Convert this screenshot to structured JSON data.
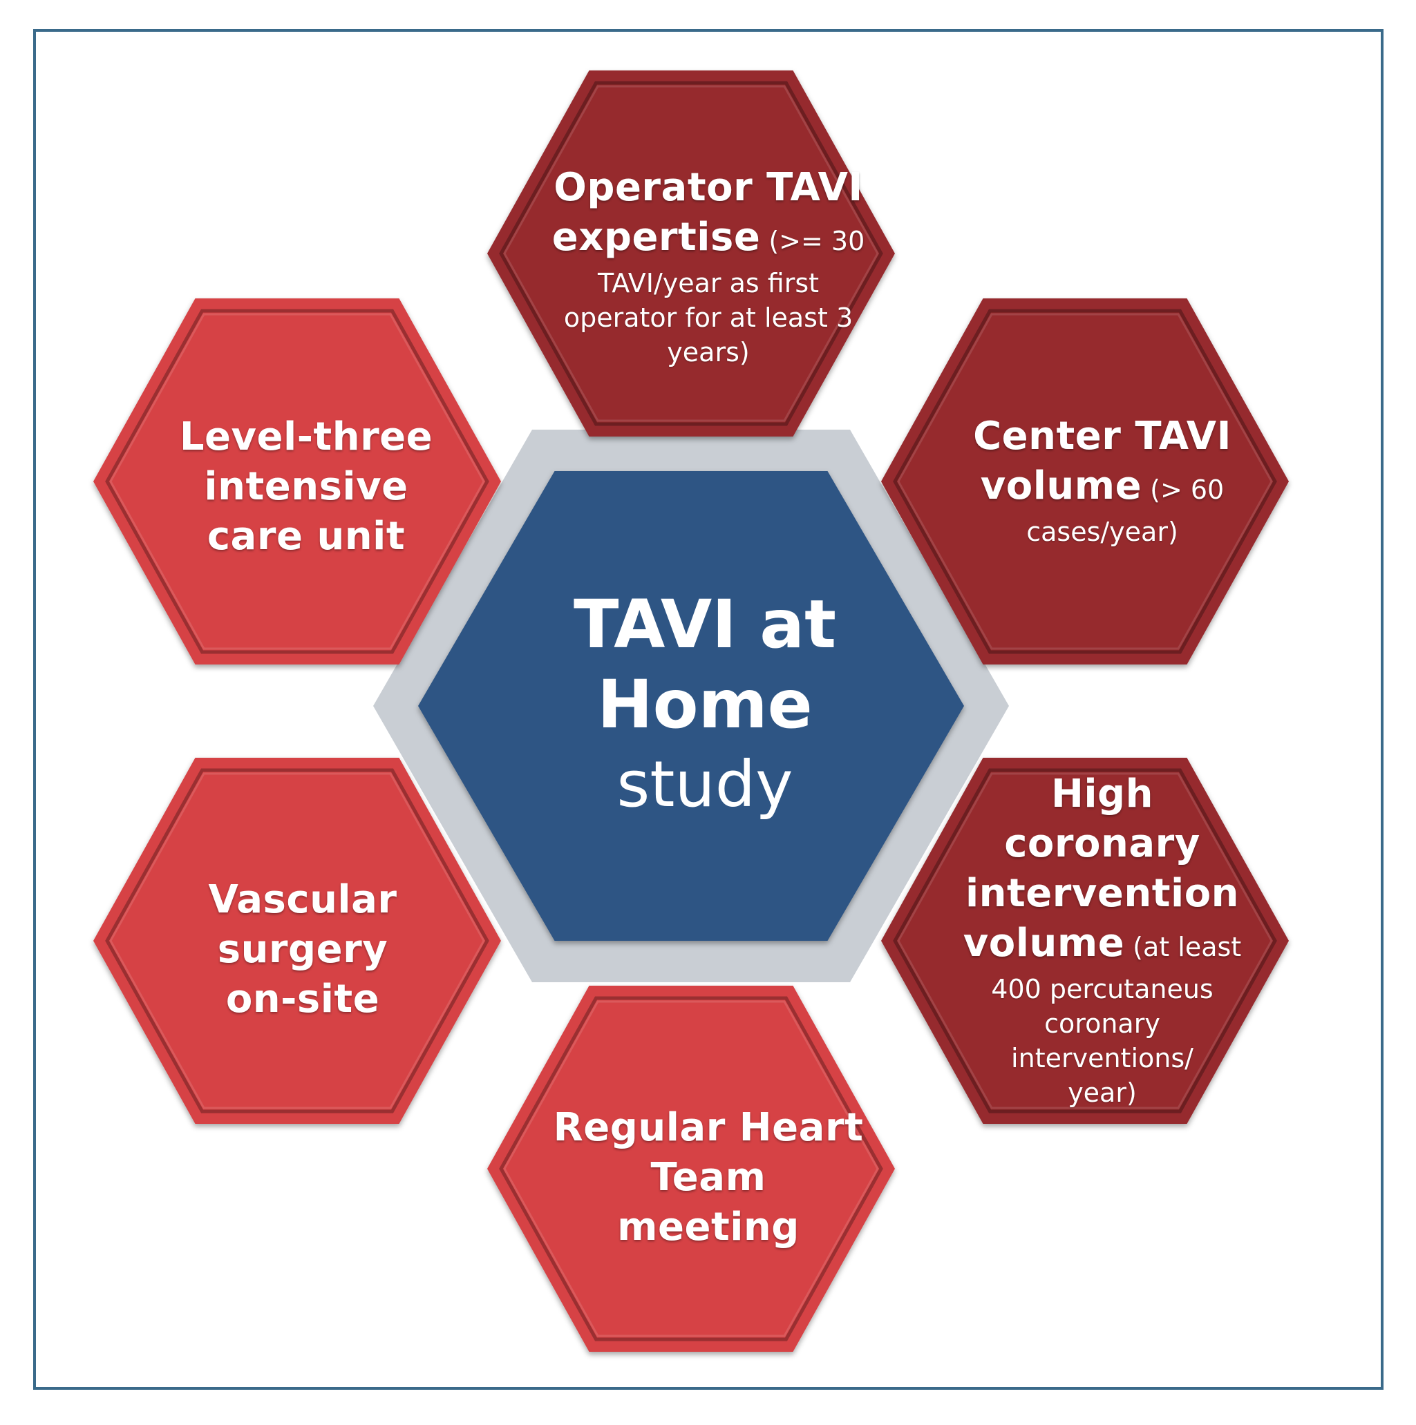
{
  "colors": {
    "center_fill": "#2f5584",
    "dark_red": "#962a2d",
    "light_red": "#d64245",
    "connector_gray": "#c9ced4",
    "frame_border": "#3a6a8a"
  },
  "center": {
    "title_line1": "TAVI at",
    "title_line2": "Home",
    "subtitle": "study"
  },
  "criteria": {
    "operator": {
      "title_line1": "Operator TAVI",
      "title_line2": "expertise",
      "detail_inline": "(>= 30",
      "detail_line1": "TAVI/year as first",
      "detail_line2": "operator for at least 3",
      "detail_line3": "years)"
    },
    "center_volume": {
      "title_line1": "Center TAVI",
      "title_line2": "volume",
      "detail_inline": "(> 60",
      "detail_line1": "cases/year)"
    },
    "coronary": {
      "title_line1": "High",
      "title_line2": "coronary",
      "title_line3": "intervention",
      "title_line4": "volume",
      "detail_inline": "(at least",
      "detail_line1": "400 percutaneus",
      "detail_line2": "coronary",
      "detail_line3": "interventions/",
      "detail_line4": "year)"
    },
    "heart_team": {
      "title_line1": "Regular Heart",
      "title_line2": "Team",
      "title_line3": "meeting"
    },
    "vascular": {
      "title_line1": "Vascular",
      "title_line2": "surgery",
      "title_line3": "on-site"
    },
    "icu": {
      "title_line1": "Level-three",
      "title_line2": "intensive",
      "title_line3": "care unit"
    }
  }
}
